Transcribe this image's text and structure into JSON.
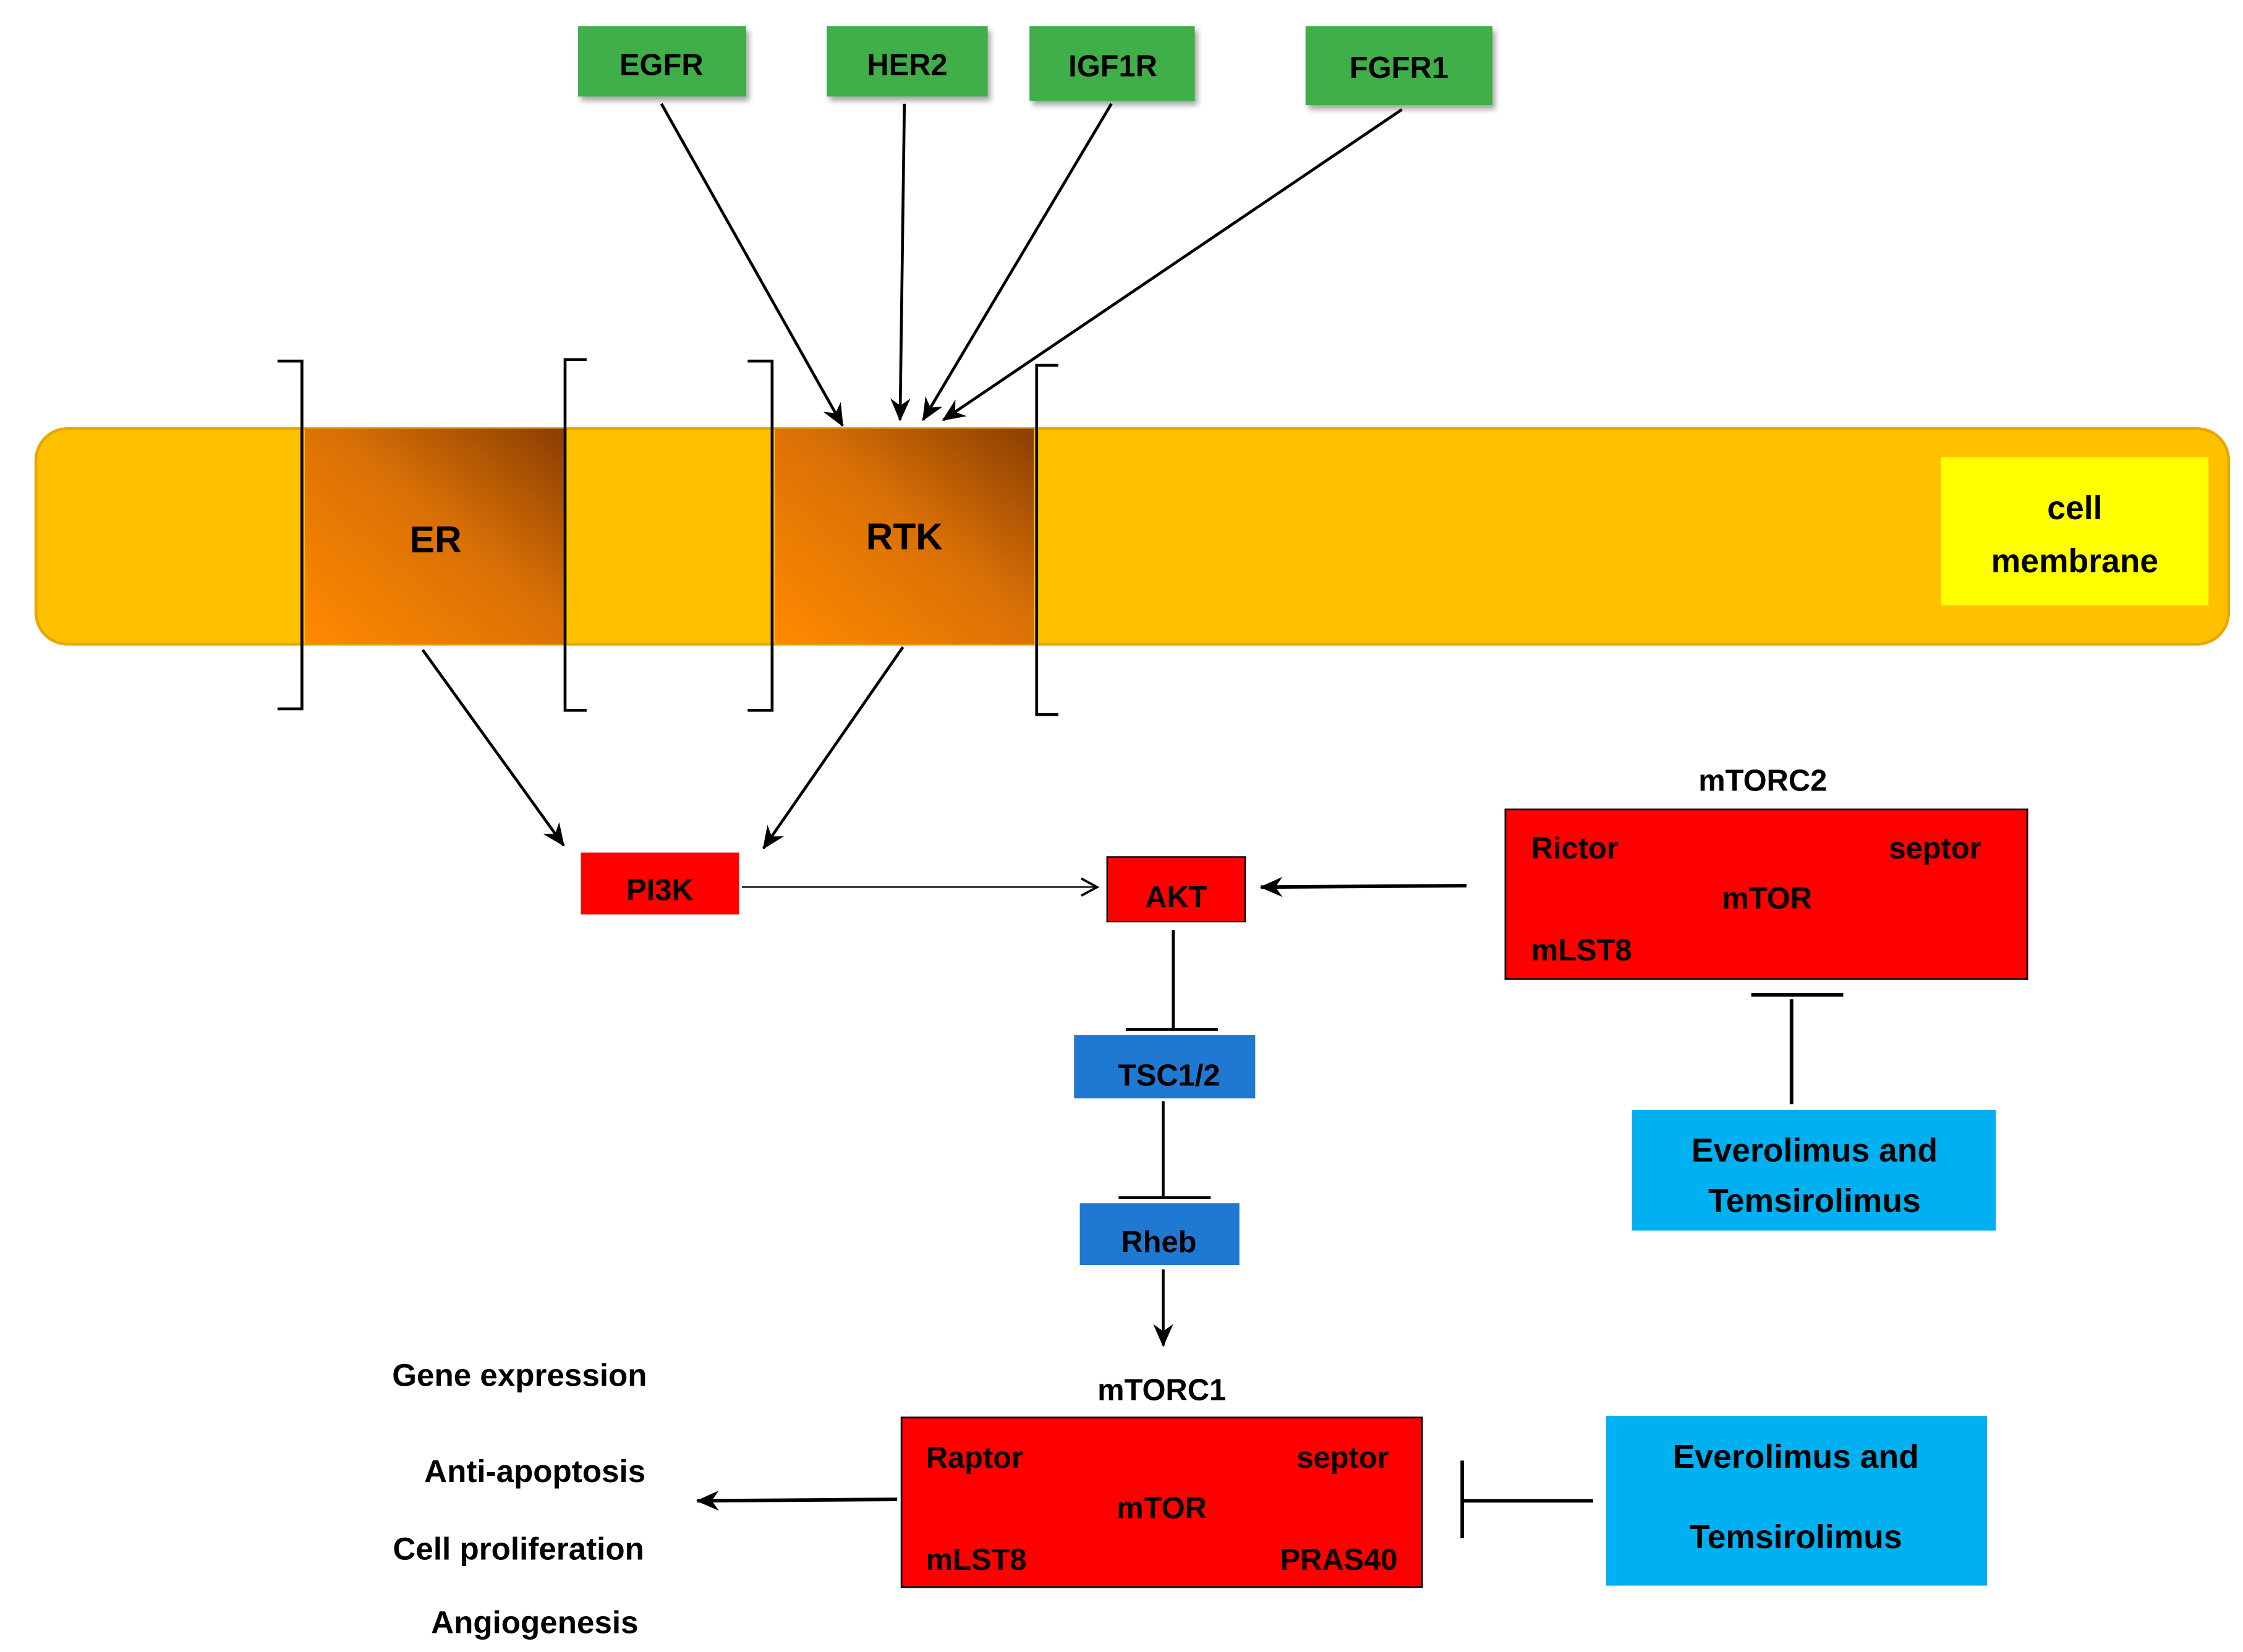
{
  "receptors": [
    {
      "id": "egfr",
      "label": "EGFR"
    },
    {
      "id": "her2",
      "label": "HER2"
    },
    {
      "id": "igf1r",
      "label": "IGF1R"
    },
    {
      "id": "fgfr1",
      "label": "FGFR1"
    }
  ],
  "membrane": {
    "er_label": "ER",
    "rtk_label": "RTK",
    "legend_line1": "cell",
    "legend_line2": "membrane"
  },
  "nodes": {
    "pi3k": "PI3K",
    "akt": "AKT",
    "tsc": "TSC1/2",
    "rheb": "Rheb"
  },
  "mtorc2": {
    "title": "mTORC2",
    "rictor": "Rictor",
    "septor": "septor",
    "mtor": "mTOR",
    "mlst8": "mLST8"
  },
  "mtorc1": {
    "title": "mTORC1",
    "raptor": "Raptor",
    "septor": "septor",
    "mtor": "mTOR",
    "mlst8": "mLST8",
    "pras40": "PRAS40"
  },
  "drug_top": {
    "line1": "Everolimus and",
    "line2": "Temsirolimus"
  },
  "drug_bottom": {
    "line1": "Everolimus and",
    "line2": "Temsirolimus"
  },
  "outcomes": [
    "Gene expression",
    "Anti-apoptosis",
    "Cell proliferation",
    "Angiogenesis"
  ],
  "colors": {
    "receptor_green": "#3FAE49",
    "membrane_orange": "#FFC000",
    "er_rtk_brown": "#B35A05",
    "legend_yellow": "#FFFF00",
    "node_red": "#FF0000",
    "node_blue": "#1F78D1",
    "drug_blue": "#00B0F0"
  }
}
